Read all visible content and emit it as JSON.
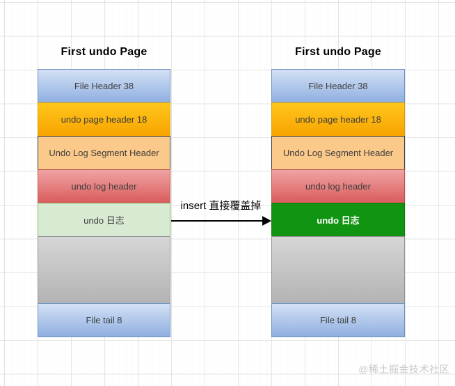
{
  "canvas": {
    "background": "#ffffff",
    "grid_color": "#e4e4e4"
  },
  "stacks": [
    {
      "title": "First undo Page",
      "blocks": [
        {
          "label": "File Header 38",
          "fill_top": "#d3e1f5",
          "fill_bottom": "#8fafe0",
          "border": "#6c8ebf",
          "text_color": "#3d3d3d",
          "bold": false
        },
        {
          "label": "undo page header 18",
          "fill_top": "#ffc61c",
          "fill_bottom": "#f8a300",
          "border": "#d79b00",
          "text_color": "#3d3d3d",
          "bold": false
        },
        {
          "label": "Undo Log Segment Header",
          "fill_top": "#fbc98a",
          "fill_bottom": "",
          "border": "#36393d",
          "text_color": "#3d3d3d",
          "bold": false
        },
        {
          "label": "undo log header",
          "fill_top": "#f0a3a3",
          "fill_bottom": "#da5c5c",
          "border": "#b85450",
          "text_color": "#3d3d3d",
          "bold": false
        },
        {
          "label": "undo 日志",
          "fill_top": "#d9ead3",
          "fill_bottom": "",
          "border": "#82b366",
          "text_color": "#3d3d3d",
          "bold": false
        },
        {
          "label": "",
          "fill_top": "#d6d6d6",
          "fill_bottom": "#b3b3b3",
          "border": "#919191",
          "text_color": "#3d3d3d",
          "bold": false
        },
        {
          "label": "File tail 8",
          "fill_top": "#d3e1f5",
          "fill_bottom": "#8fafe0",
          "border": "#6c8ebf",
          "text_color": "#3d3d3d",
          "bold": false
        }
      ]
    },
    {
      "title": "First undo Page",
      "blocks": [
        {
          "label": "File Header 38",
          "fill_top": "#d3e1f5",
          "fill_bottom": "#8fafe0",
          "border": "#6c8ebf",
          "text_color": "#3d3d3d",
          "bold": false
        },
        {
          "label": "undo page header 18",
          "fill_top": "#ffc61c",
          "fill_bottom": "#f8a300",
          "border": "#d79b00",
          "text_color": "#3d3d3d",
          "bold": false
        },
        {
          "label": "Undo Log Segment Header",
          "fill_top": "#fbc98a",
          "fill_bottom": "",
          "border": "#36393d",
          "text_color": "#3d3d3d",
          "bold": false
        },
        {
          "label": "undo log header",
          "fill_top": "#f0a3a3",
          "fill_bottom": "#da5c5c",
          "border": "#b85450",
          "text_color": "#3d3d3d",
          "bold": false
        },
        {
          "label": "undo 日志",
          "fill_top": "#119411",
          "fill_bottom": "",
          "border": "#0a7a0a",
          "text_color": "#ffffff",
          "bold": true
        },
        {
          "label": "",
          "fill_top": "#d6d6d6",
          "fill_bottom": "#b3b3b3",
          "border": "#919191",
          "text_color": "#3d3d3d",
          "bold": false
        },
        {
          "label": "File tail 8",
          "fill_top": "#d3e1f5",
          "fill_bottom": "#8fafe0",
          "border": "#6c8ebf",
          "text_color": "#3d3d3d",
          "bold": false
        }
      ]
    }
  ],
  "arrow": {
    "label": "insert 直接覆盖掉",
    "color": "#000000"
  },
  "watermark": {
    "text": "@稀土掘金技术社区",
    "color": "#c8c8c8"
  }
}
